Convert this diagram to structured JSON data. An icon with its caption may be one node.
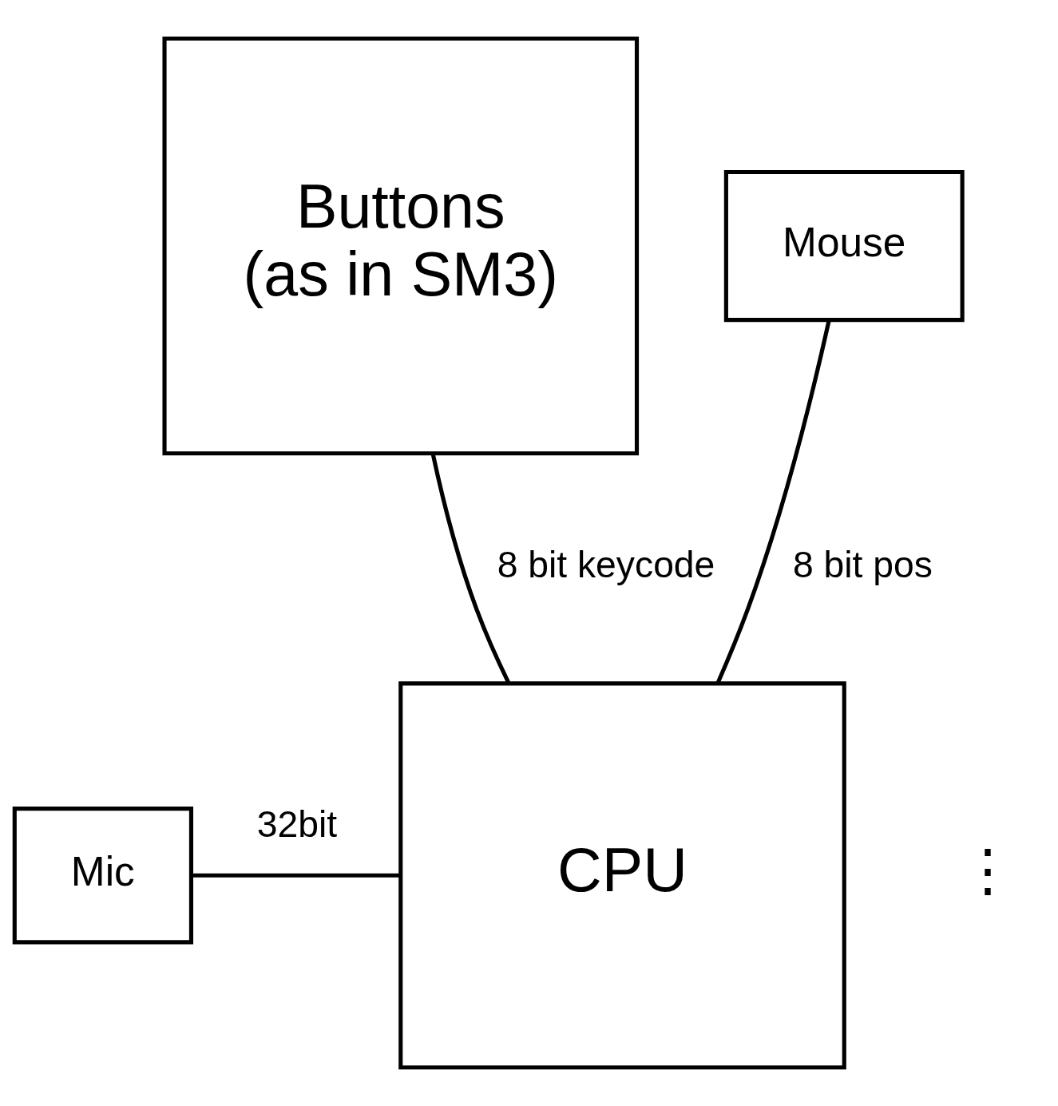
{
  "diagram": {
    "nodes": [
      {
        "text": [
          "Buttons",
          "(as in SM3)"
        ]
      },
      {
        "text": [
          "Mouse"
        ]
      },
      {
        "text": [
          "Mic"
        ]
      },
      {
        "text": [
          "CPU"
        ]
      }
    ],
    "edges": [
      {
        "from": 0,
        "to": 3,
        "arrow": "none",
        "label": "8 bit keycode"
      },
      {
        "from": 1,
        "to": 3,
        "arrow": "none",
        "label": "8 bit pos"
      },
      {
        "from": 2,
        "to": 3,
        "arrow": "none",
        "label": "32bit"
      }
    ],
    "labels": [
      "⋮"
    ]
  }
}
